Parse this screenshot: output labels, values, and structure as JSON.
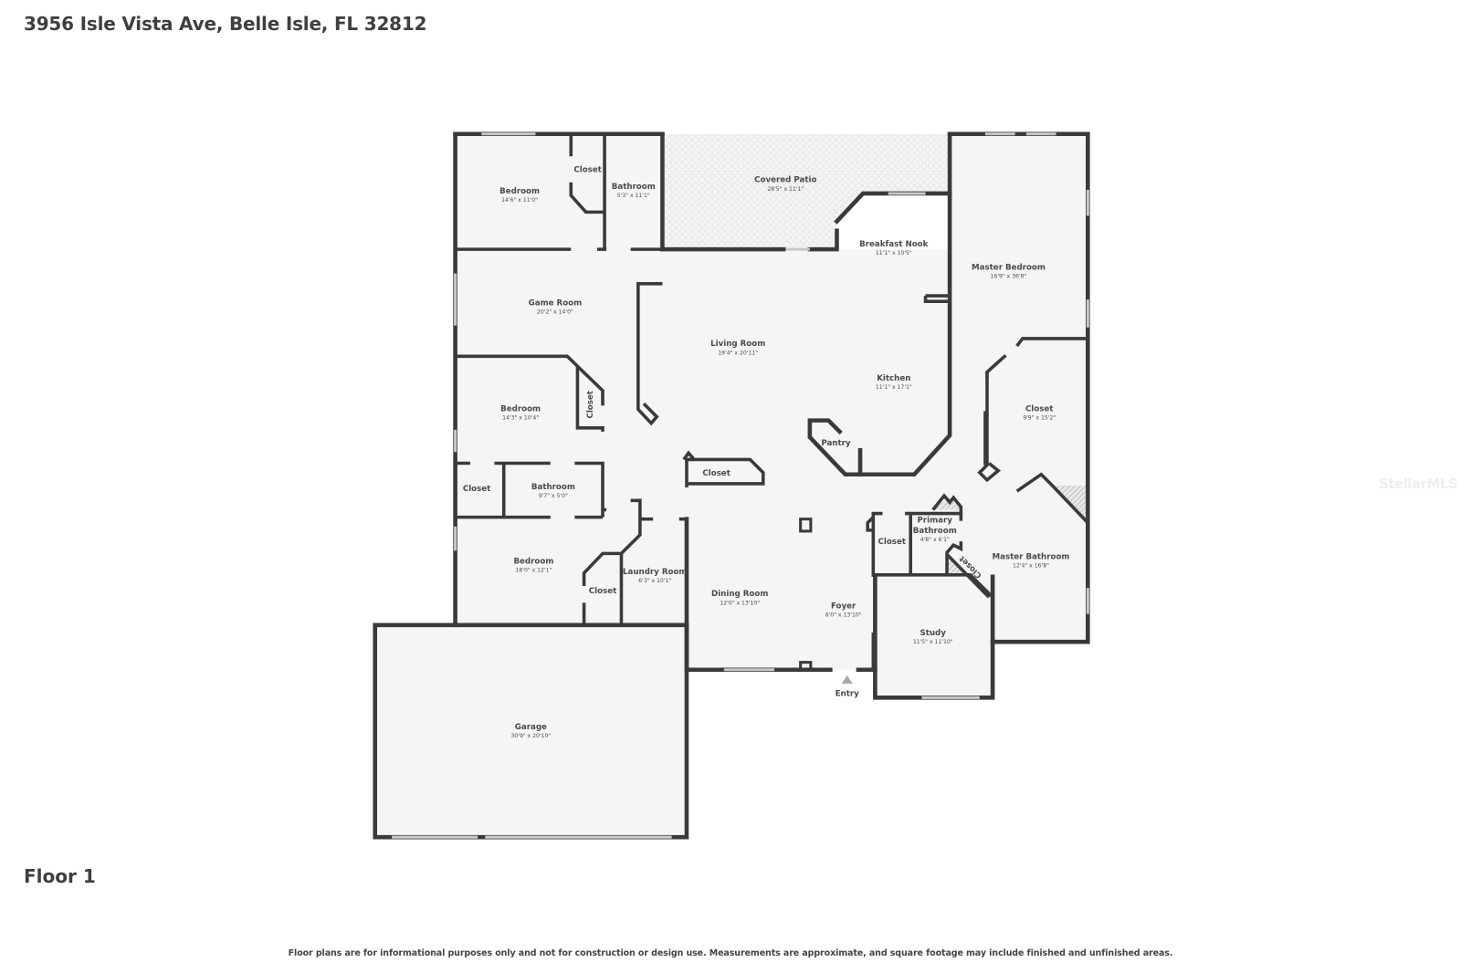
{
  "header": {
    "address": "3956 Isle Vista Ave, Belle Isle, FL 32812"
  },
  "floor": {
    "label": "Floor 1"
  },
  "footer": {
    "disclaimer": "Floor plans are for informational purposes only and not for construction or design use. Measurements are approximate, and square footage may include finished and unfinished areas."
  },
  "watermark": {
    "text": "StellarMLS"
  },
  "entry": {
    "label": "Entry"
  },
  "colors": {
    "wall": "#3a3a3a",
    "floor": "#f5f5f5",
    "patio_pattern": "#e6e6e6",
    "window": "#c8c8c8",
    "text": "#4a4a4a"
  },
  "rooms": {
    "bedroom_nw": {
      "name": "Bedroom",
      "dims": "14'6\" x 11'0\""
    },
    "closet_nw": {
      "name": "Closet"
    },
    "bathroom_n": {
      "name": "Bathroom",
      "dims": "5'3\" x 11'1\""
    },
    "covered_patio": {
      "name": "Covered Patio",
      "dims": "28'5\" x 11'1\""
    },
    "breakfast_nook": {
      "name": "Breakfast Nook",
      "dims": "11'1\" x 10'5\""
    },
    "master_bedroom": {
      "name": "Master Bedroom",
      "dims": "16'9\" x 36'8\""
    },
    "game_room": {
      "name": "Game Room",
      "dims": "20'2\" x 14'0\""
    },
    "living_room": {
      "name": "Living Room",
      "dims": "19'4\" x 20'11\""
    },
    "kitchen": {
      "name": "Kitchen",
      "dims": "11'1\" x 17'1\""
    },
    "bedroom_w": {
      "name": "Bedroom",
      "dims": "14'3\" x 10'4\""
    },
    "closet_w": {
      "name": "Closet"
    },
    "master_closet": {
      "name": "Closet",
      "dims": "9'9\" x 15'2\""
    },
    "pantry": {
      "name": "Pantry"
    },
    "closet_hall": {
      "name": "Closet"
    },
    "closet_sw": {
      "name": "Closet"
    },
    "bathroom_w": {
      "name": "Bathroom",
      "dims": "9'7\" x 5'0\""
    },
    "primary_bathroom": {
      "name": "Primary Bathroom",
      "name_line1": "Primary",
      "name_line2": "Bathroom",
      "dims": "4'8\" x 6'1\""
    },
    "closet_foyer": {
      "name": "Closet"
    },
    "master_bathroom": {
      "name": "Master Bathroom",
      "dims": "12'4\" x 16'8\""
    },
    "closet_master_bath": {
      "name": "Closet"
    },
    "bedroom_sw": {
      "name": "Bedroom",
      "dims": "18'0\" x 12'1\""
    },
    "closet_laundry": {
      "name": "Closet"
    },
    "laundry_room": {
      "name": "Laundry Room",
      "dims": "6'3\" x 10'1\""
    },
    "dining_room": {
      "name": "Dining Room",
      "dims": "12'0\" x 13'10\""
    },
    "foyer": {
      "name": "Foyer",
      "dims": "6'0\" x 13'10\""
    },
    "study": {
      "name": "Study",
      "dims": "11'5\" x 11'10\""
    },
    "garage": {
      "name": "Garage",
      "dims": "30'9\" x 20'10\""
    }
  }
}
